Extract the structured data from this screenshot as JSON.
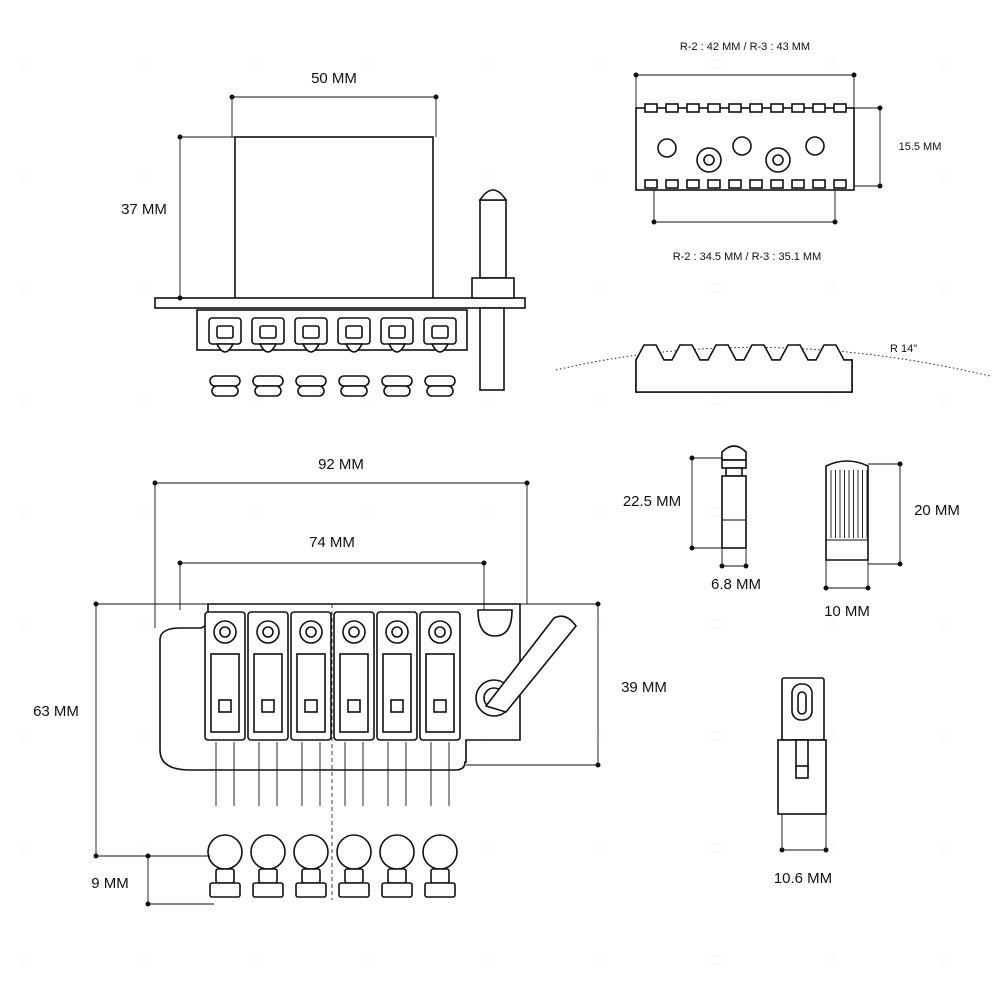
{
  "labels": {
    "lock_width": "50 MM",
    "block_height": "37 MM",
    "nut_r_top": "R-2 : 42 MM  /  R-3 : 43 MM",
    "nut_height": "15.5 MM",
    "nut_r_bottom": "R-2 : 34.5 MM  /  R-3 : 35.1 MM",
    "radius": "R 14\"",
    "base_width": "92 MM",
    "string_spacing": "74 MM",
    "base_length": "63 MM",
    "arm_offset": "39 MM",
    "fine_tuner": "9 MM",
    "post_height": "22.5 MM",
    "post_width": "6.8 MM",
    "bushing_height": "20 MM",
    "bushing_width": "10 MM",
    "saddle_width": "10.6 MM"
  },
  "colors": {
    "line": "#111111",
    "watermark": "#ececec"
  }
}
